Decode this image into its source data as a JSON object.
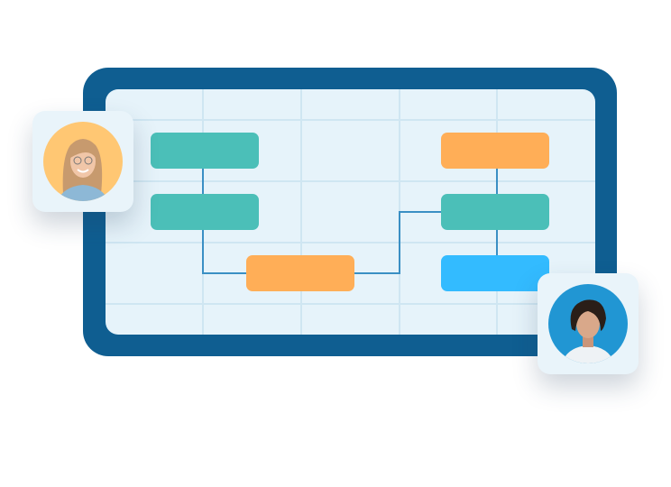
{
  "colors": {
    "frame": "#0F5E91",
    "panel": "#E6F3FA",
    "grid": "#CFE6F2",
    "connector": "#3A8FC4",
    "teal": "#4BBFB8",
    "orange": "#FFAE57",
    "blue": "#33BBFF",
    "avatar_left_bg": "#FFC773",
    "avatar_right_bg": "#2196D3"
  },
  "diagram": {
    "nodes": [
      {
        "id": "n1",
        "color": "teal"
      },
      {
        "id": "n2",
        "color": "teal"
      },
      {
        "id": "n3",
        "color": "orange"
      },
      {
        "id": "n4",
        "color": "orange"
      },
      {
        "id": "n5",
        "color": "teal"
      },
      {
        "id": "n6",
        "color": "blue"
      }
    ],
    "edges": [
      [
        "n1",
        "n2"
      ],
      [
        "n2",
        "n3"
      ],
      [
        "n3",
        "n5"
      ],
      [
        "n4",
        "n5"
      ],
      [
        "n5",
        "n6"
      ]
    ]
  },
  "avatars": [
    {
      "icon": "woman-avatar"
    },
    {
      "icon": "man-avatar"
    }
  ]
}
